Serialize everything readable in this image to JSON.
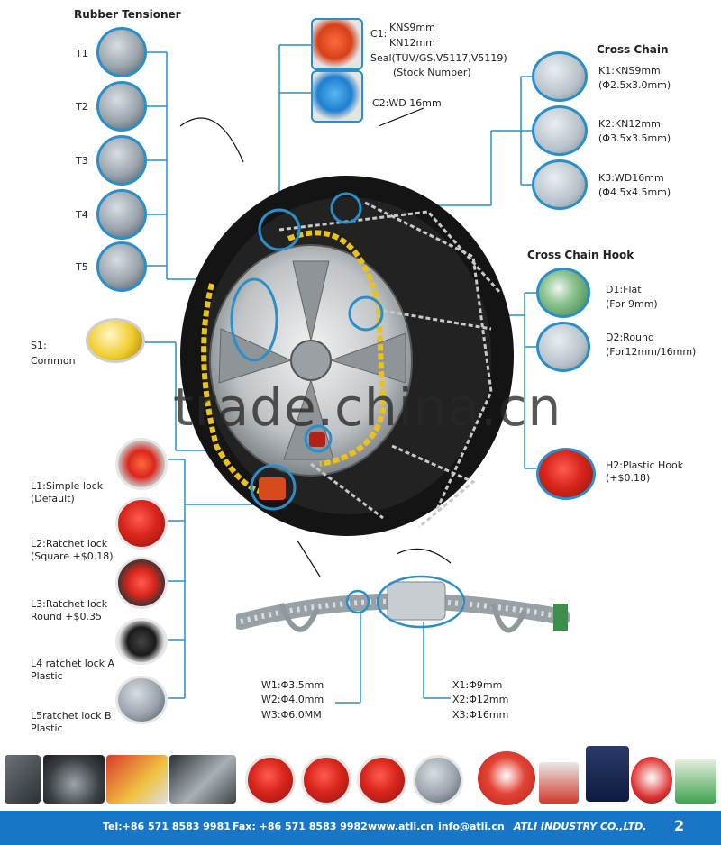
{
  "rubber_tensioner": {
    "title": "Rubber Tensioner",
    "items": [
      "T1",
      "T2",
      "T3",
      "T4",
      "T5"
    ]
  },
  "connector": {
    "c1_label": "C1:",
    "c1_line1": "KNS9mm",
    "c1_line2": "KN12mm",
    "c1_line3": "Seal(TUV/GS,V5117,V5119)",
    "c1_line4": "(Stock Number)",
    "c2_label": "C2:WD 16mm"
  },
  "cross_chain": {
    "title": "Cross Chain",
    "items": [
      {
        "name": "K1:KNS9mm",
        "size": "(Φ2.5x3.0mm)"
      },
      {
        "name": "K2:KN12mm",
        "size": "(Φ3.5x3.5mm)"
      },
      {
        "name": "K3:WD16mm",
        "size": "(Φ4.5x4.5mm)"
      }
    ]
  },
  "cross_chain_hook": {
    "title": "Cross Chain Hook",
    "d1_name": "D1:Flat",
    "d1_note": "(For 9mm)",
    "d2_name": "D2:Round",
    "d2_note": "(For12mm/16mm)",
    "h2_name": "H2:Plastic Hook",
    "h2_note": "(+$0.18)"
  },
  "side_chain": {
    "s1_label": "S1:",
    "s1_name": "Common"
  },
  "locks": [
    {
      "line1": "L1:Simple lock",
      "line2": "(Default)"
    },
    {
      "line1": "L2:Ratchet lock",
      "line2": "(Square +$0.18)"
    },
    {
      "line1": "L3:Ratchet lock",
      "line2": "Round +$0.35"
    },
    {
      "line1": "L4 ratchet lock A",
      "line2": "Plastic"
    },
    {
      "line1": "L5ratchet lock B",
      "line2": "Plastic"
    }
  ],
  "wire": [
    "W1:Φ3.5mm",
    "W2:Φ4.0mm",
    "W3:Φ6.0MM"
  ],
  "sleeve": [
    "X1:Φ9mm",
    "X2:Φ12mm",
    "X3:Φ16mm"
  ],
  "watermark": "trade.china.cn",
  "footer": {
    "tel": "Tel:+86 571 8583 9981",
    "fax": "Fax: +86 571 8583 9982",
    "web": "www.atli.cn",
    "email": "info@atli.cn",
    "company": "ATLI INDUSTRY CO.,LTD.",
    "page": "2"
  },
  "colors": {
    "accent": "#2a8fc9",
    "footer_bg": "#1976c7",
    "chain_yellow": "#e9c21c",
    "lock_red": "#d9261c"
  }
}
